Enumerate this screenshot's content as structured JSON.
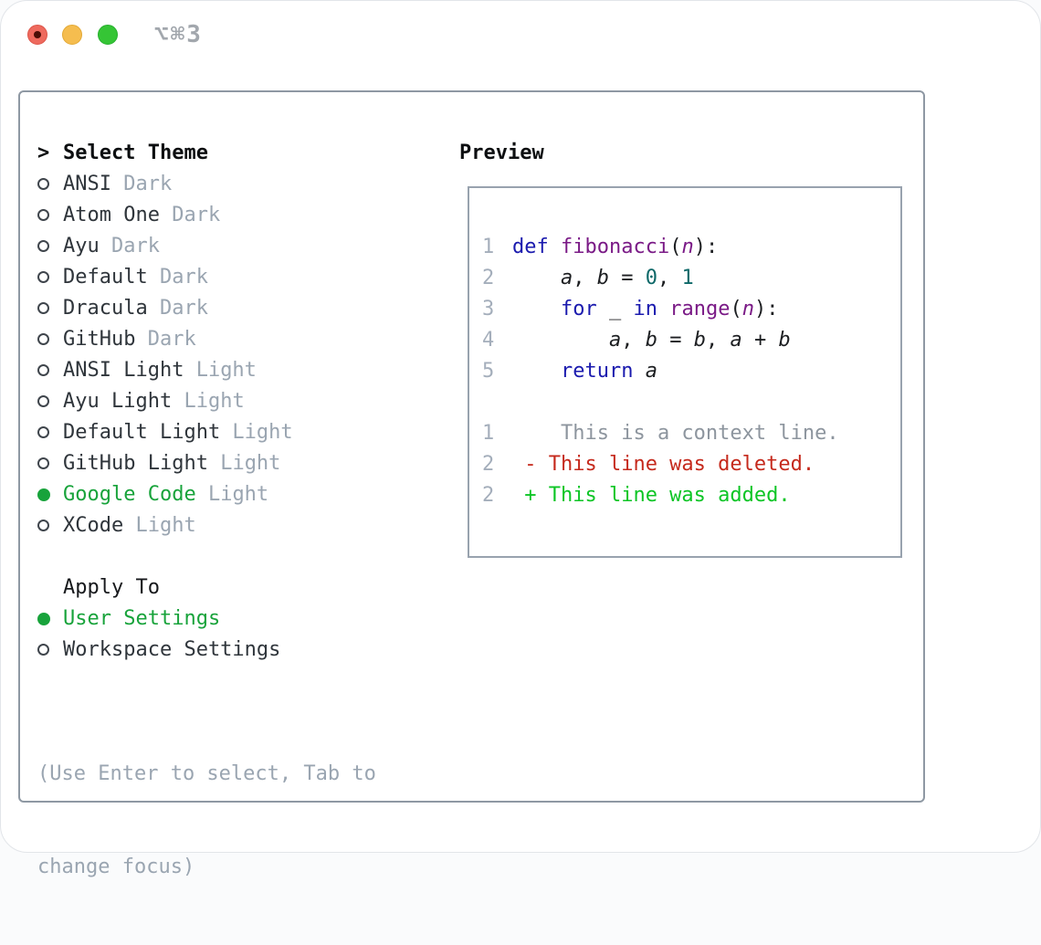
{
  "window": {
    "title": "⌥⌘3",
    "traffic_lights": [
      {
        "name": "close",
        "color": "#ee6a5e",
        "has_dot": true
      },
      {
        "name": "minimize",
        "color": "#f5bd4f",
        "has_dot": false
      },
      {
        "name": "zoom",
        "color": "#35c535",
        "has_dot": false
      }
    ]
  },
  "theme_panel": {
    "header": {
      "prompt": ">",
      "label": "Select Theme"
    },
    "themes": [
      {
        "name": "ANSI",
        "variant": "Dark",
        "selected": false
      },
      {
        "name": "Atom One",
        "variant": "Dark",
        "selected": false
      },
      {
        "name": "Ayu",
        "variant": "Dark",
        "selected": false
      },
      {
        "name": "Default",
        "variant": "Dark",
        "selected": false
      },
      {
        "name": "Dracula",
        "variant": "Dark",
        "selected": false
      },
      {
        "name": "GitHub",
        "variant": "Dark",
        "selected": false
      },
      {
        "name": "ANSI Light",
        "variant": "Light",
        "selected": false
      },
      {
        "name": "Ayu Light",
        "variant": "Light",
        "selected": false
      },
      {
        "name": "Default Light",
        "variant": "Light",
        "selected": false
      },
      {
        "name": "GitHub Light",
        "variant": "Light",
        "selected": false
      },
      {
        "name": "Google Code",
        "variant": "Light",
        "selected": true
      },
      {
        "name": "XCode",
        "variant": "Light",
        "selected": false
      }
    ],
    "apply_to": {
      "label": "Apply To",
      "options": [
        {
          "label": "User Settings",
          "selected": true
        },
        {
          "label": "Workspace Settings",
          "selected": false
        }
      ]
    },
    "hint_lines": [
      "(Use Enter to select, Tab to",
      "change focus)"
    ]
  },
  "preview": {
    "title": "Preview",
    "lines": [
      {
        "num": "1",
        "tokens": [
          {
            "s": "kw",
            "t": "def"
          },
          {
            "s": "pl",
            "t": " "
          },
          {
            "s": "fn",
            "t": "fibonacci"
          },
          {
            "s": "pl",
            "t": "("
          },
          {
            "s": "param",
            "t": "n"
          },
          {
            "s": "pl",
            "t": "):"
          }
        ]
      },
      {
        "num": "2",
        "tokens": [
          {
            "s": "pl",
            "t": "    "
          },
          {
            "s": "var",
            "t": "a"
          },
          {
            "s": "pl",
            "t": ", "
          },
          {
            "s": "var",
            "t": "b"
          },
          {
            "s": "pl",
            "t": " = "
          },
          {
            "s": "lit",
            "t": "0"
          },
          {
            "s": "pl",
            "t": ", "
          },
          {
            "s": "lit",
            "t": "1"
          }
        ]
      },
      {
        "num": "3",
        "tokens": [
          {
            "s": "pl",
            "t": "    "
          },
          {
            "s": "kw",
            "t": "for"
          },
          {
            "s": "pl",
            "t": " _ "
          },
          {
            "s": "kw",
            "t": "in"
          },
          {
            "s": "pl",
            "t": " "
          },
          {
            "s": "fn",
            "t": "range"
          },
          {
            "s": "pl",
            "t": "("
          },
          {
            "s": "param",
            "t": "n"
          },
          {
            "s": "pl",
            "t": "):"
          }
        ]
      },
      {
        "num": "4",
        "tokens": [
          {
            "s": "pl",
            "t": "        "
          },
          {
            "s": "var",
            "t": "a"
          },
          {
            "s": "pl",
            "t": ", "
          },
          {
            "s": "var",
            "t": "b"
          },
          {
            "s": "pl",
            "t": " = "
          },
          {
            "s": "var",
            "t": "b"
          },
          {
            "s": "pl",
            "t": ", "
          },
          {
            "s": "var",
            "t": "a"
          },
          {
            "s": "pl",
            "t": " + "
          },
          {
            "s": "var",
            "t": "b"
          }
        ]
      },
      {
        "num": "5",
        "tokens": [
          {
            "s": "pl",
            "t": "    "
          },
          {
            "s": "kw",
            "t": "return"
          },
          {
            "s": "pl",
            "t": " "
          },
          {
            "s": "var",
            "t": "a"
          }
        ]
      },
      {
        "num": "",
        "tokens": []
      },
      {
        "num": "1",
        "tokens": [
          {
            "s": "ctx",
            "t": "    This is a context line."
          }
        ]
      },
      {
        "num": "2",
        "tokens": [
          {
            "s": "del",
            "t": " - This line was deleted."
          }
        ]
      },
      {
        "num": "2",
        "tokens": [
          {
            "s": "add",
            "t": " + This line was added."
          }
        ]
      }
    ]
  },
  "colors": {
    "accent": "#18a33b",
    "border": "#8e98a3",
    "muted": "#9aa5b1",
    "line-number": "#a4aebb",
    "kw": "#1a1aae",
    "fn": "#7a1a86",
    "lit": "#0c6868",
    "plain": "#1c1e21",
    "ctx": "#8d959e",
    "del": "#c5291c",
    "add": "#0cc525",
    "tl-red": "#ee6a5e",
    "tl-yellow": "#f5bd4f",
    "tl-green": "#35c535"
  }
}
